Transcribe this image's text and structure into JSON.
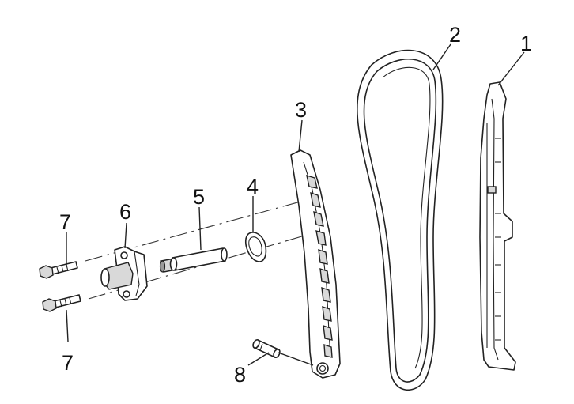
{
  "callouts": {
    "c1": "1",
    "c2": "2",
    "c3": "3",
    "c4": "4",
    "c5": "5",
    "c6": "6",
    "c7a": "7",
    "c7b": "7",
    "c8": "8"
  },
  "colors": {
    "line": "#222222",
    "fill": "#ffffff",
    "shade": "#d9d9d9"
  }
}
